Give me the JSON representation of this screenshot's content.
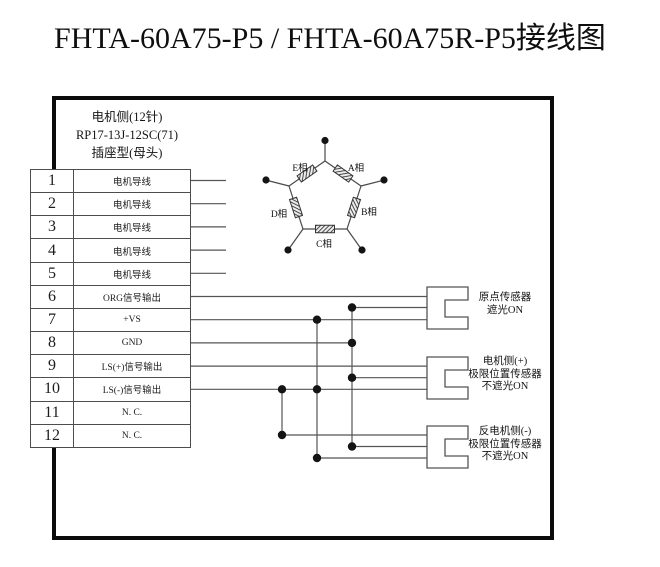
{
  "title": "FHTA-60A75-P5 / FHTA-60A75R-P5接线图",
  "connector": {
    "line1": "电机侧(12针)",
    "line2": "RP17-13J-12SC(71)",
    "line3": "插座型(母头)"
  },
  "pin_table": {
    "rows": [
      {
        "pin": "1",
        "label": "电机导线"
      },
      {
        "pin": "2",
        "label": "电机导线"
      },
      {
        "pin": "3",
        "label": "电机导线"
      },
      {
        "pin": "4",
        "label": "电机导线"
      },
      {
        "pin": "5",
        "label": "电机导线"
      },
      {
        "pin": "6",
        "label": "ORG信号输出"
      },
      {
        "pin": "7",
        "label": "+VS"
      },
      {
        "pin": "8",
        "label": "GND"
      },
      {
        "pin": "9",
        "label": "LS(+)信号输出"
      },
      {
        "pin": "10",
        "label": "LS(-)信号输出"
      },
      {
        "pin": "11",
        "label": "N. C."
      },
      {
        "pin": "12",
        "label": "N. C."
      }
    ]
  },
  "winding": {
    "phase_a": "A相",
    "phase_b": "B相",
    "phase_c": "C相",
    "phase_d": "D相",
    "phase_e": "E相"
  },
  "sensors": [
    {
      "lines": [
        "原点传感器",
        "遮光ON"
      ]
    },
    {
      "lines": [
        "电机侧(+)",
        "极限位置传感器",
        "不遮光ON"
      ]
    },
    {
      "lines": [
        "反电机侧(-)",
        "极限位置传感器",
        "不遮光ON"
      ]
    }
  ],
  "colors": {
    "frame": "#0b0b0b",
    "wire": "#555555",
    "dot": "#141414"
  }
}
